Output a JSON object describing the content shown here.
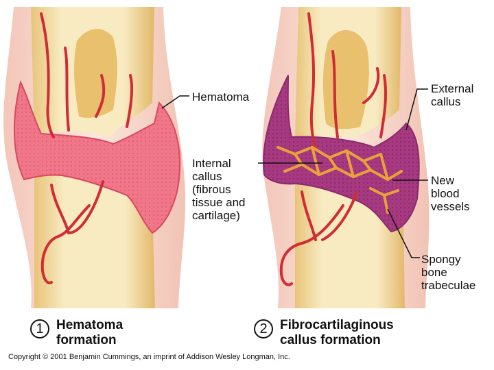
{
  "labels": {
    "hematoma": "Hematoma",
    "internal_callus": [
      "Internal",
      "callus",
      "(fibrous",
      "tissue and",
      "cartilage)"
    ],
    "external_callus": [
      "External",
      "callus"
    ],
    "new_blood_vessels": [
      "New",
      "blood",
      "vessels"
    ],
    "spongy_bone": [
      "Spongy",
      "bone",
      "trabeculae"
    ]
  },
  "steps": [
    {
      "number": "1",
      "title": [
        "Hematoma",
        "formation"
      ]
    },
    {
      "number": "2",
      "title": [
        "Fibrocartilaginous",
        "callus formation"
      ]
    }
  ],
  "copyright": "Copyright © 2001 Benjamin Cummings, an imprint of Addison Wesley Longman, Inc.",
  "colors": {
    "bone": "#f3dfa8",
    "bone_shade": "#e2b96a",
    "skin": "#f7d9cf",
    "hematoma": "#f0697f",
    "callus": "#a2337f",
    "vessel": "#d6323a"
  }
}
